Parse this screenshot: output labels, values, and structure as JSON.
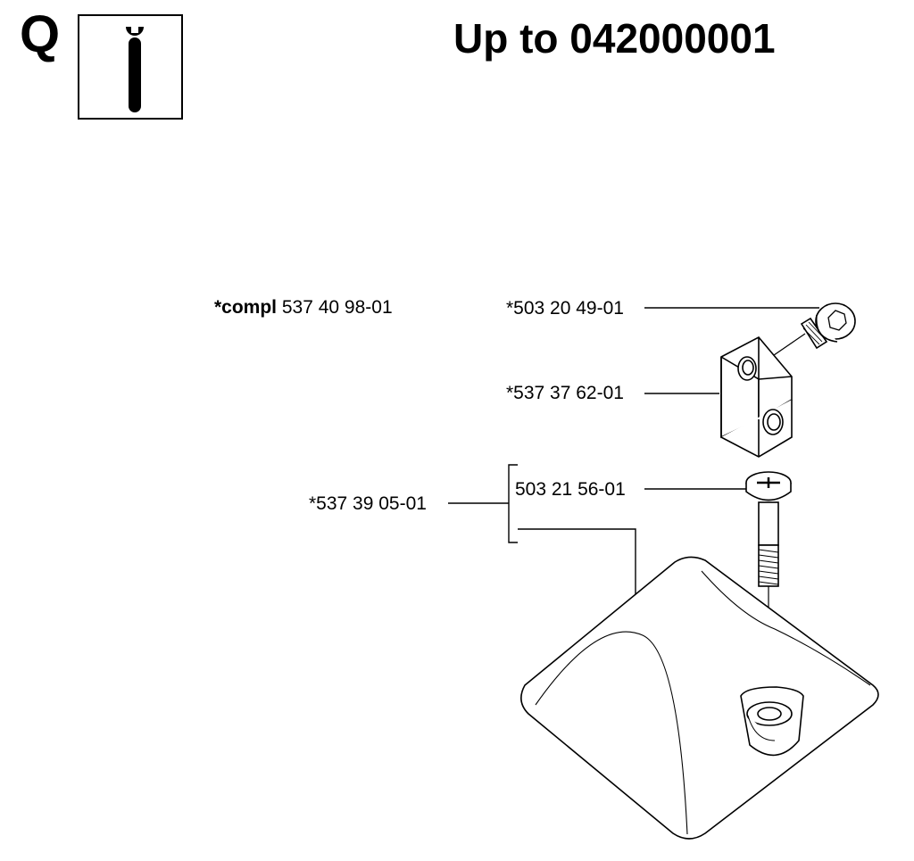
{
  "header": {
    "section_letter": "Q",
    "tool_icon": "wrench-icon",
    "title": "Up to 042000001"
  },
  "parts": {
    "kit_prefix": "*compl",
    "kit_number": "537 40 98-01",
    "screw": "*503 20 49-01",
    "bracket": "*537 37 62-01",
    "cover_assembly": "*537 39 05-01",
    "cover_screw": "503 21 56-01"
  }
}
